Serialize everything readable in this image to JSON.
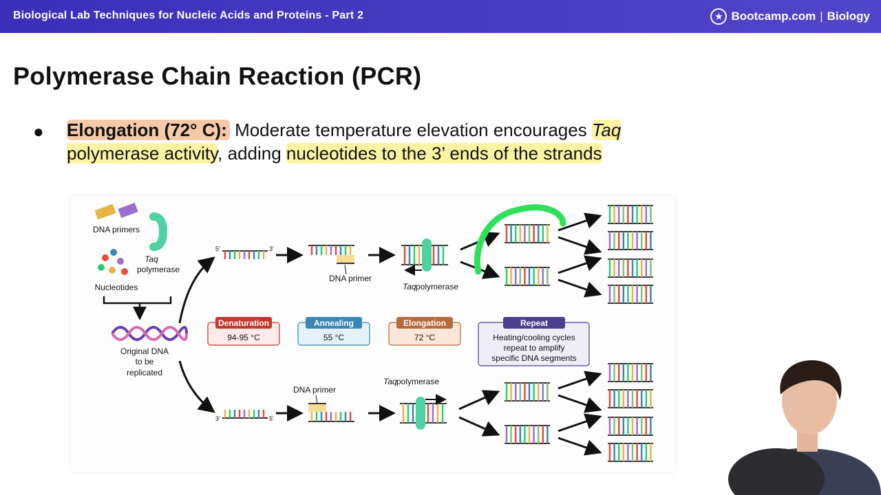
{
  "header": {
    "title": "Biological Lab Techniques for Nucleic Acids and Proteins - Part 2",
    "brand": "Bootcamp.com",
    "separator": "|",
    "subject": "Biology"
  },
  "slide": {
    "title": "Polymerase Chain Reaction (PCR)",
    "bullet": {
      "term": "Elongation (72° C):",
      "text1": " Moderate temperature elevation encourages ",
      "taq": "Taq",
      "text2": " polymerase activity",
      "text3": ", adding ",
      "text4": "nucleotides to the 3’ ends of the strands"
    }
  },
  "figure": {
    "labels": {
      "dna_primers": "DNA primers",
      "taq": "Taq",
      "polymerase": "polymerase",
      "nucleotides": "Nucleotides",
      "original_dna_1": "Original DNA",
      "original_dna_2": "to be",
      "original_dna_3": "replicated",
      "dna_primer_top": "DNA primer",
      "dna_primer_bottom": "DNA primer",
      "taq_polymerase_top_taq": "Taq",
      "taq_polymerase_top_rest": " polymerase",
      "taq_polymerase_bottom_taq": "Taq",
      "taq_polymerase_bottom_rest": " polymerase",
      "five": "5'",
      "three": "3'"
    },
    "steps": [
      {
        "name": "Denaturation",
        "temp": "94-95 °C",
        "color": "#c0392b",
        "bg": "#fdeaea"
      },
      {
        "name": "Annealing",
        "temp": "55 °C",
        "color": "#3a86b4",
        "bg": "#e4f1f9"
      },
      {
        "name": "Elongation",
        "temp": "72 °C",
        "color": "#b76b3c",
        "bg": "#fbe7d8"
      },
      {
        "name": "Repeat",
        "line1": "Heating/cooling cycles",
        "line2": "repeat to amplify",
        "line3": "specific DNA segments",
        "color": "#4b3f8f",
        "bg": "#efedf8"
      }
    ]
  },
  "colors": {
    "header_bg": "#3b2fb8",
    "highlight_orange": "#f6c9a8",
    "highlight_yellow": "#fbf3a4",
    "annotation_green": "#2ee05a"
  }
}
